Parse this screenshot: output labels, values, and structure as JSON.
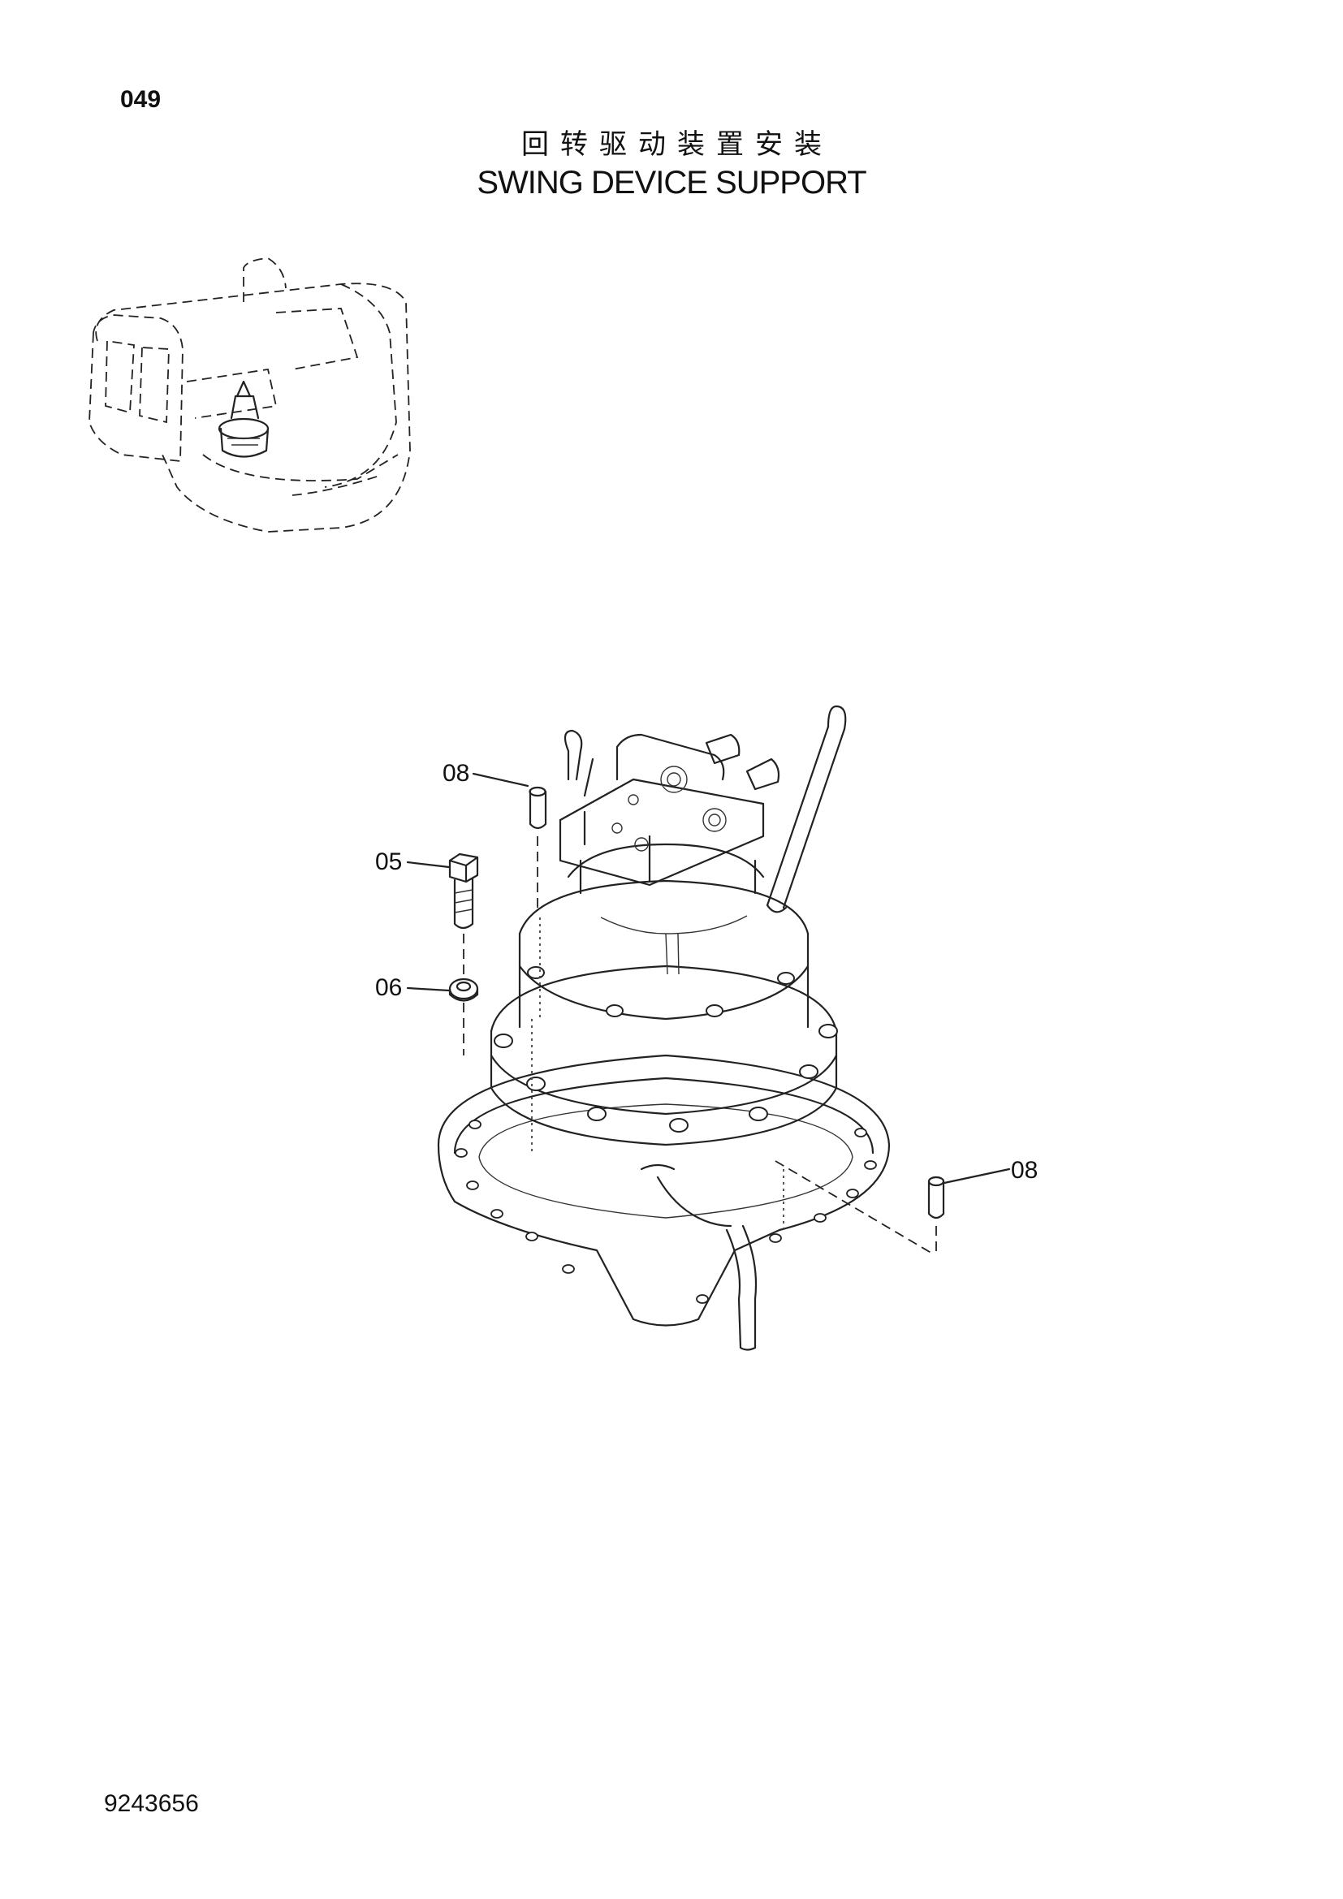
{
  "header": {
    "page_number": "049",
    "title_cn": "回转驱动装置安装",
    "title_en": "SWING DEVICE SUPPORT"
  },
  "diagram": {
    "callouts": [
      "08",
      "05",
      "06",
      "08"
    ]
  },
  "footer": {
    "doc_number": "9243656"
  }
}
